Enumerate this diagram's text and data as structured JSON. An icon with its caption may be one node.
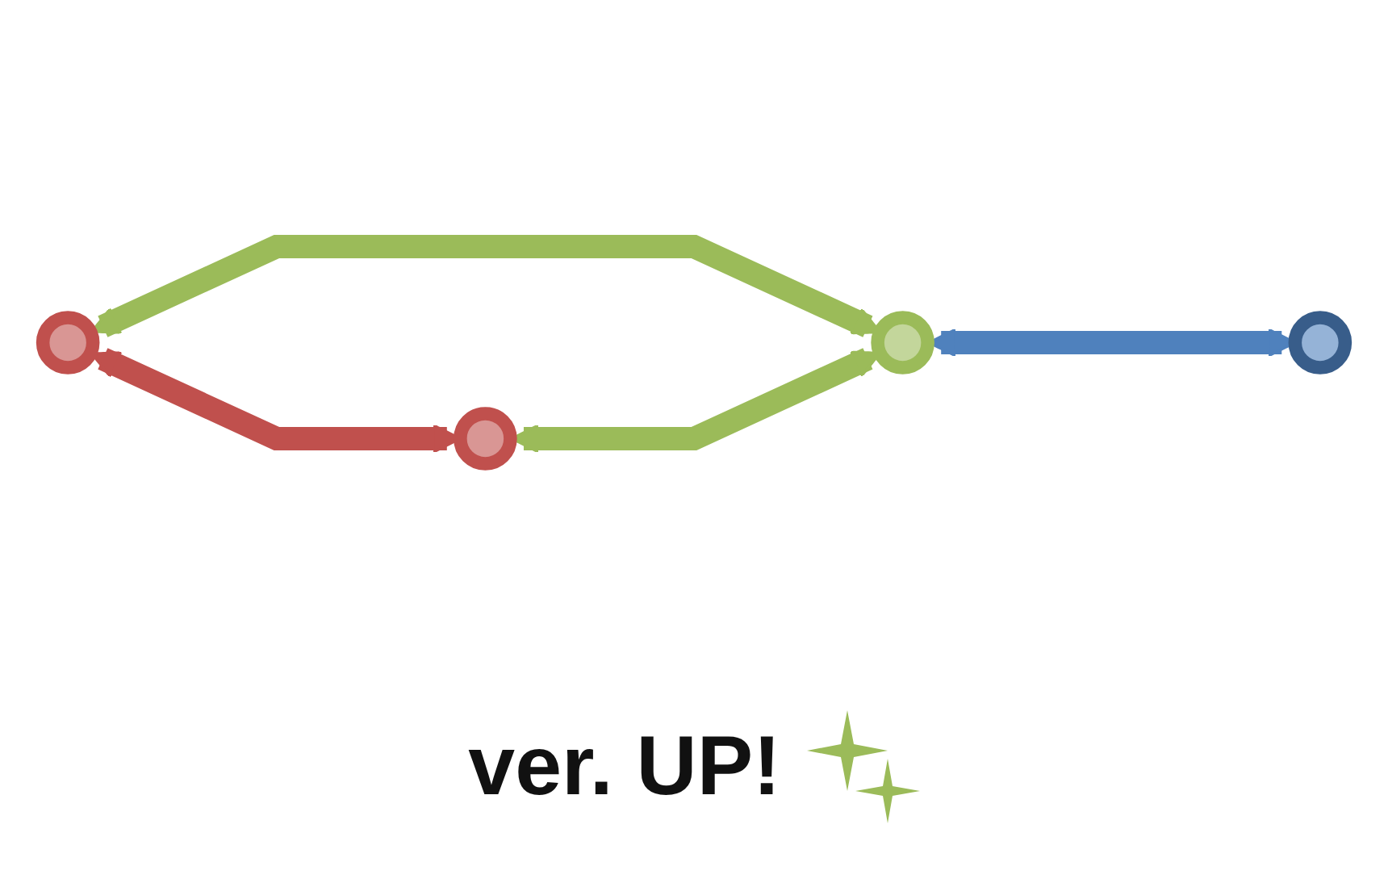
{
  "diagram": {
    "nodes": [
      {
        "text": [],
        "shape": "circle"
      },
      {
        "text": [],
        "shape": "circle"
      },
      {
        "text": [],
        "shape": "circle"
      },
      {
        "text": [],
        "shape": "circle"
      }
    ],
    "edges": [
      {
        "from": 0,
        "to": 1,
        "arrow": "both",
        "color": "#c0504d"
      },
      {
        "from": 0,
        "to": 2,
        "arrow": "both"
      },
      {
        "from": 1,
        "to": 2,
        "arrow": "both"
      },
      {
        "from": 2,
        "to": 3,
        "arrow": "both",
        "color": "#4f81bd"
      }
    ],
    "labels": [
      "ver. UP!"
    ]
  }
}
